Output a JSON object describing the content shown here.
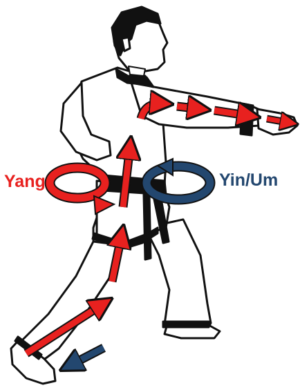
{
  "labels": {
    "yang": "Yang",
    "yin": "Yin/Um"
  },
  "colors": {
    "yang": "#e8211f",
    "yin": "#23476f",
    "outline": "#111111",
    "uniform": "#ffffff"
  },
  "icons": {
    "figure": "martial-artist-punch-illustration",
    "yang_ring": "rotation-arrow-right",
    "yin_ring": "rotation-arrow-left",
    "force_arrows": "force-transfer-arrows",
    "back_foot_arrow": "push-arrow"
  }
}
